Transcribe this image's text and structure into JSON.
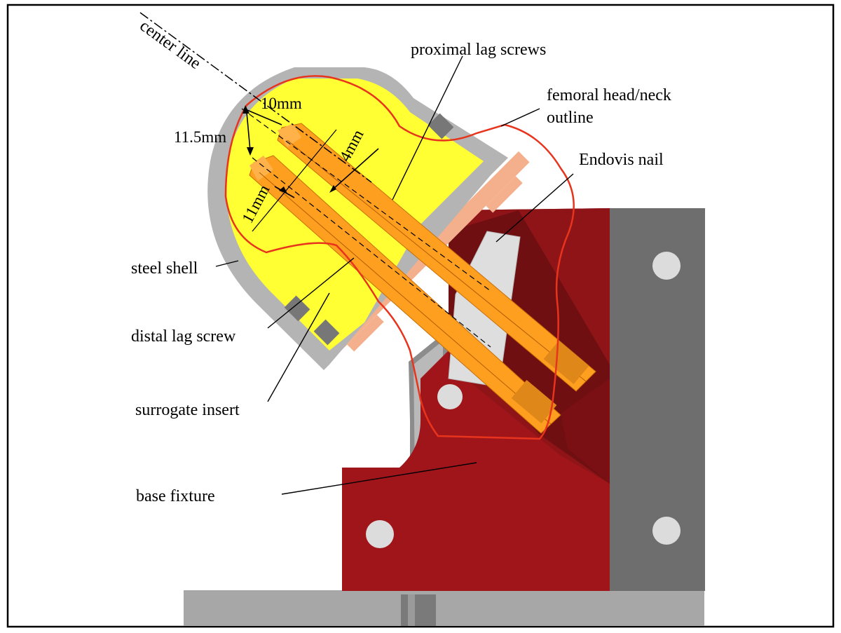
{
  "diagram": {
    "labels": {
      "center_line": "center line",
      "proximal_lag_screws": "proximal lag screws",
      "femoral_head_neck_line1": "femoral head/neck",
      "femoral_head_neck_line2": "outline",
      "endovis_nail": "Endovis nail",
      "steel_shell": "steel shell",
      "distal_lag_screw": "distal lag screw",
      "surrogate_insert": "surrogate insert",
      "base_fixture": "base fixture"
    },
    "dimensions": {
      "d10": "10mm",
      "d11_5": "11.5mm",
      "d4": "4mm",
      "d11": "11mm"
    },
    "colors": {
      "insert_yellow": "#ffff33",
      "shell_gray": "#b4b4b4",
      "screw_orange": "#ff9f1f",
      "fixture_red": "#a0151a",
      "outline_red": "#e8341c",
      "plate_peach": "#f4b08c",
      "side_plate_gray": "#6e6e6e",
      "nail_light": "#dedede"
    }
  }
}
